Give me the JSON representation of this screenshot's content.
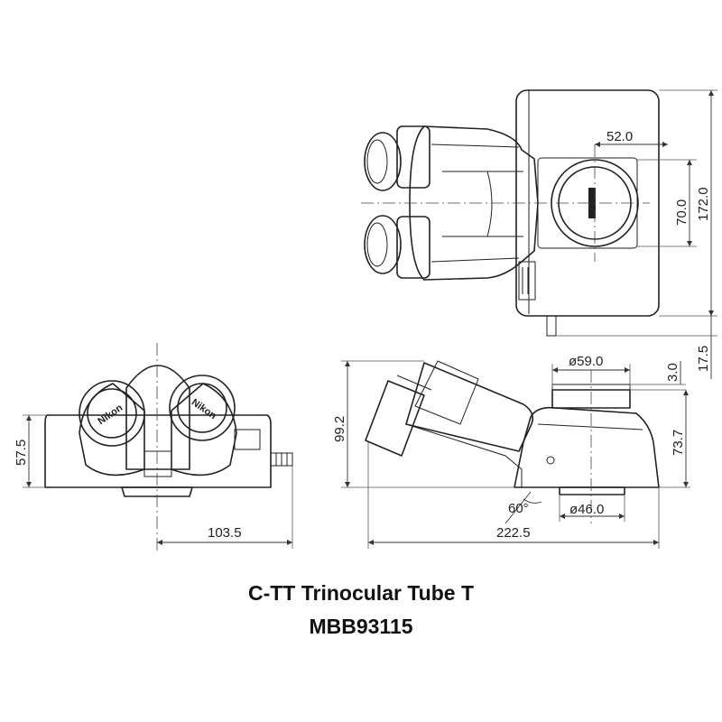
{
  "dimensions": {
    "top_width": "52.0",
    "top_port_height": "70.0",
    "top_total_height": "172.0",
    "side_offset": "17.5",
    "port_diameter_top": "ø59.0",
    "port_top_height": "3.0",
    "side_total_height": "99.2",
    "side_body_height": "73.7",
    "bottom_diameter": "ø46.0",
    "angle": "60°",
    "side_length": "222.5",
    "front_height": "57.5",
    "front_width": "103.5"
  },
  "logos": {
    "left_eyepiece": "Nikon",
    "right_eyepiece": "Nikon"
  },
  "title": {
    "line1": "C-TT Trinocular Tube T",
    "line2": "MBB93115"
  }
}
